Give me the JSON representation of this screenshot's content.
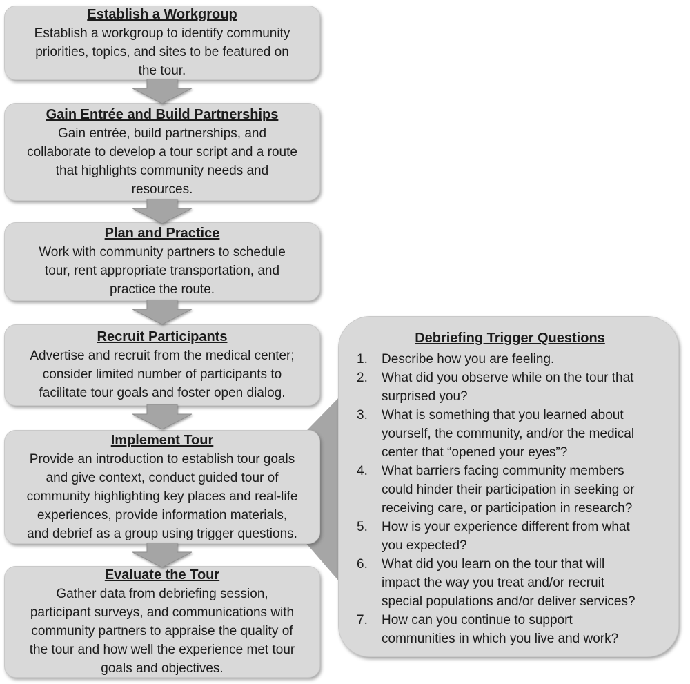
{
  "flow_steps": [
    {
      "title": "Establish a Workgroup",
      "body": "Establish a workgroup to identify community\npriorities, topics, and sites to be featured on\nthe tour."
    },
    {
      "title": "Gain Entrée and Build Partnerships",
      "body": "Gain entrée, build partnerships, and\ncollaborate to develop a tour script and a route\nthat highlights community needs and\nresources."
    },
    {
      "title": "Plan and Practice",
      "body": "Work with community partners to schedule\ntour, rent appropriate transportation, and\npractice the route."
    },
    {
      "title": "Recruit Participants",
      "body": "Advertise and recruit from the medical center;\nconsider limited number of participants to\nfacilitate tour goals and foster open dialog."
    },
    {
      "title": "Implement Tour",
      "body": "Provide an introduction to establish tour goals\nand give context, conduct guided tour of\ncommunity highlighting key places and real-life\nexperiences, provide information materials,\nand debrief as a group using trigger questions."
    },
    {
      "title": "Evaluate the Tour",
      "body": "Gather data from debriefing session,\nparticipant surveys, and communications with\ncommunity partners to appraise the quality of\nthe tour and how well the experience met tour\ngoals and objectives."
    }
  ],
  "callout": {
    "title": "Debriefing Trigger Questions",
    "questions": [
      {
        "num": "1.",
        "text": "Describe how you are feeling."
      },
      {
        "num": "2.",
        "text": "What did you observe while on the tour that\nsurprised you?"
      },
      {
        "num": "3.",
        "text": "What is something that you learned about\nyourself, the community, and/or the medical\ncenter that “opened your eyes”?"
      },
      {
        "num": "4.",
        "text": "What barriers facing community members\ncould hinder their participation in seeking or\nreceiving care, or participation in research?"
      },
      {
        "num": "5.",
        "text": "How is your experience different from what\nyou expected?"
      },
      {
        "num": "6.",
        "text": "What did you learn on the tour that will\nimpact the way you treat and/or recruit\nspecial populations and/or deliver services?"
      },
      {
        "num": "7.",
        "text": "How can you continue to support\ncommunities in which you live and work?"
      }
    ]
  },
  "colors": {
    "box_fill": "#d9d9d9",
    "arrow_fill": "#a5a5a5",
    "pointer_fill": "#a6a6a6",
    "text": "#1c1c1c"
  }
}
